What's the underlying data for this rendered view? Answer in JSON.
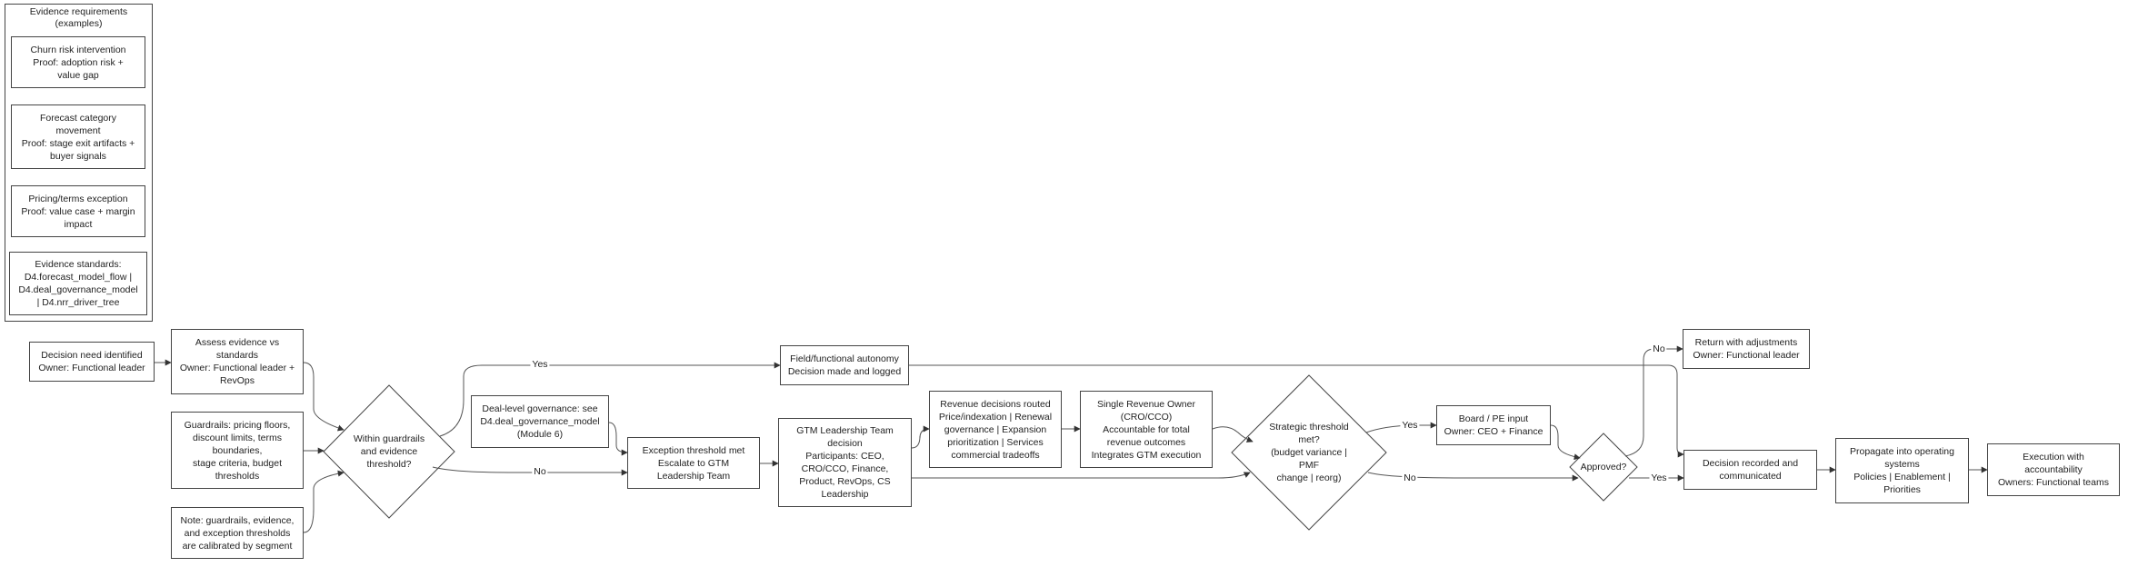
{
  "cluster": {
    "title": "Evidence requirements\n(examples)",
    "items": [
      {
        "id": "ev1",
        "text": "Churn risk intervention\nProof: adoption risk +\nvalue gap"
      },
      {
        "id": "ev2",
        "text": "Forecast category\nmovement\nProof: stage exit artifacts +\nbuyer signals"
      },
      {
        "id": "ev3",
        "text": "Pricing/terms exception\nProof: value case + margin\nimpact"
      },
      {
        "id": "ev4",
        "text": "Evidence standards:\nD4.forecast_model_flow |\nD4.deal_governance_model\n| D4.nrr_driver_tree"
      }
    ]
  },
  "nodes": {
    "decision_need": "Decision need identified\nOwner: Functional leader",
    "assess": "Assess evidence vs\nstandards\nOwner: Functional leader +\nRevOps",
    "guardrails": "Guardrails: pricing floors,\ndiscount limits, terms\nboundaries,\nstage criteria, budget\nthresholds",
    "note": "Note: guardrails, evidence,\nand exception thresholds\nare calibrated by segment",
    "within": "Within guardrails\nand evidence threshold?",
    "deal_level": "Deal-level governance: see\nD4.deal_governance_model\n(Module 6)",
    "exception": "Exception threshold met\nEscalate to GTM\nLeadership Team",
    "field": "Field/functional autonomy\nDecision made and logged",
    "glt": "GTM Leadership Team\ndecision\nParticipants: CEO,\nCRO/CCO, Finance,\nProduct, RevOps, CS\nLeadership",
    "revenue": "Revenue decisions routed\nPrice/indexation | Renewal\ngovernance | Expansion\nprioritization | Services\ncommercial tradeoffs",
    "sro": "Single Revenue Owner\n(CRO/CCO)\nAccountable for total\nrevenue outcomes\nIntegrates GTM execution",
    "strategic": "Strategic threshold met?\n(budget variance | PMF\nchange | reorg)",
    "board": "Board / PE input\nOwner: CEO + Finance",
    "approved": "Approved?",
    "return_adj": "Return with adjustments\nOwner: Functional leader",
    "recorded": "Decision recorded and\ncommunicated",
    "propagate": "Propagate into operating\nsystems\nPolicies | Enablement |\nPriorities",
    "execution": "Execution with\naccountability\nOwners: Functional teams"
  },
  "edge_labels": {
    "yes_within": "Yes",
    "no_within": "No",
    "yes_strategic": "Yes",
    "no_strategic": "No",
    "no_approved": "No",
    "yes_approved": "Yes"
  },
  "colors": {
    "line": "#555555",
    "border": "#444444",
    "background": "#ffffff"
  }
}
